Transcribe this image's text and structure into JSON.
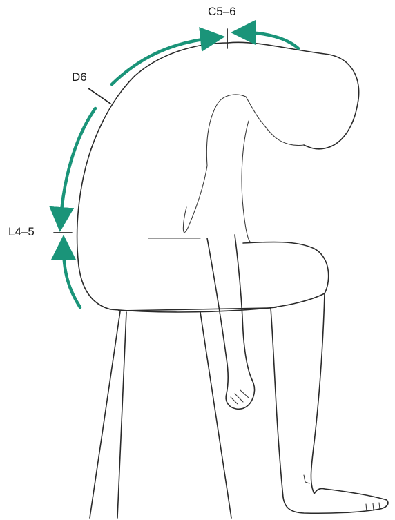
{
  "labels": {
    "cervical": "C5–6",
    "dorsal": "D6",
    "lumbar": "L4–5"
  },
  "colors": {
    "arrow": "#1a9479",
    "outline": "#2a2a2a",
    "background": "#ffffff"
  }
}
